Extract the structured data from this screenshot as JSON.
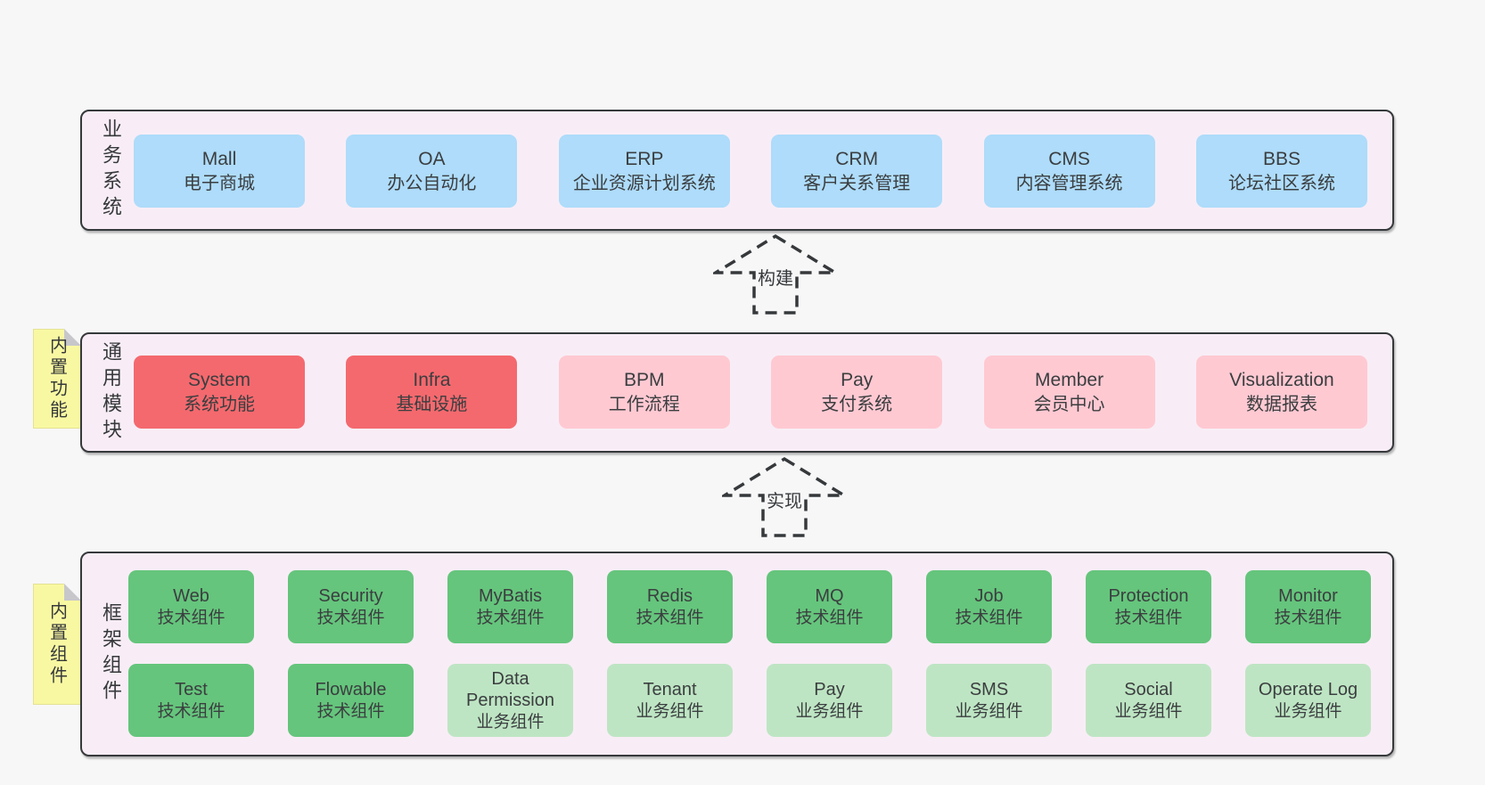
{
  "colors": {
    "page_bg": "#f7f7f8",
    "panel_bg": "#f8edf6",
    "outline": "#36393b",
    "box_blue": "#aedcfa",
    "box_red": "#f4696e",
    "box_pink": "#ffc9d2",
    "box_green": "#65c57c",
    "box_green_light": "#bee5c3",
    "sticky_yellow": "#f9f8a2"
  },
  "arrows": [
    {
      "label": "构建"
    },
    {
      "label": "实现"
    }
  ],
  "layers": {
    "business": {
      "label": "业务系统",
      "boxes": [
        {
          "name": "Mall",
          "desc": "电子商城"
        },
        {
          "name": "OA",
          "desc": "办公自动化"
        },
        {
          "name": "ERP",
          "desc": "企业资源计划系统"
        },
        {
          "name": "CRM",
          "desc": "客户关系管理"
        },
        {
          "name": "CMS",
          "desc": "内容管理系统"
        },
        {
          "name": "BBS",
          "desc": "论坛社区系统"
        }
      ]
    },
    "modules": {
      "label": "通用模块",
      "sticky": "内置功能",
      "boxes": [
        {
          "name": "System",
          "desc": "系统功能"
        },
        {
          "name": "Infra",
          "desc": "基础设施"
        },
        {
          "name": "BPM",
          "desc": "工作流程"
        },
        {
          "name": "Pay",
          "desc": "支付系统"
        },
        {
          "name": "Member",
          "desc": "会员中心"
        },
        {
          "name": "Visualization",
          "desc": "数据报表"
        }
      ]
    },
    "framework": {
      "label": "框架组件",
      "sticky": "内置组件",
      "rows": [
        [
          {
            "name": "Web",
            "desc": "技术组件"
          },
          {
            "name": "Security",
            "desc": "技术组件"
          },
          {
            "name": "MyBatis",
            "desc": "技术组件"
          },
          {
            "name": "Redis",
            "desc": "技术组件"
          },
          {
            "name": "MQ",
            "desc": "技术组件"
          },
          {
            "name": "Job",
            "desc": "技术组件"
          },
          {
            "name": "Protection",
            "desc": "技术组件"
          },
          {
            "name": "Monitor",
            "desc": "技术组件"
          }
        ],
        [
          {
            "name": "Test",
            "desc": "技术组件"
          },
          {
            "name": "Flowable",
            "desc": "技术组件"
          },
          {
            "name": "Data Permission",
            "desc": "业务组件"
          },
          {
            "name": "Tenant",
            "desc": "业务组件"
          },
          {
            "name": "Pay",
            "desc": "业务组件"
          },
          {
            "name": "SMS",
            "desc": "业务组件"
          },
          {
            "name": "Social",
            "desc": "业务组件"
          },
          {
            "name": "Operate Log",
            "desc": "业务组件"
          }
        ]
      ]
    }
  }
}
